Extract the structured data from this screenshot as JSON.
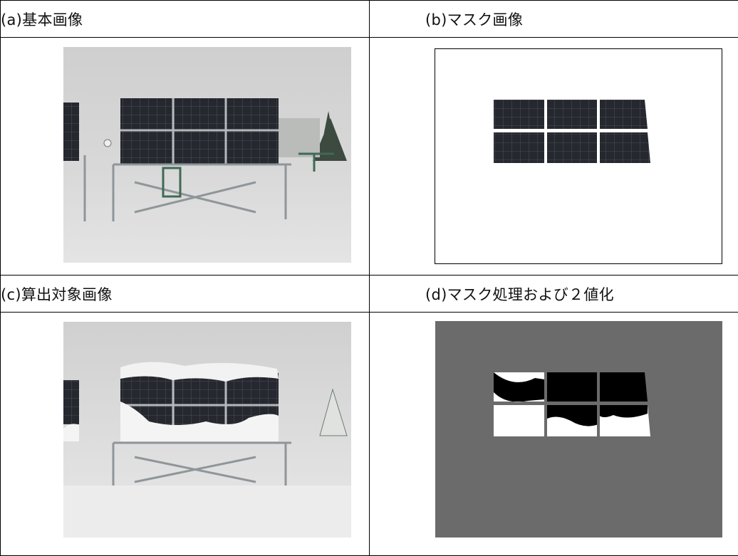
{
  "captions": {
    "a": "(a)基本画像",
    "b": "(b)マスク画像",
    "c": "(c)算出対象画像",
    "d": "(d)マスク処理および２値化"
  },
  "images": {
    "a": "solar-panel-base-photo",
    "b": "panel-mask-image",
    "c": "snow-covered-panel-photo",
    "d": "masked-binarized-image"
  },
  "colors": {
    "snow_bg": "#d6d6d6",
    "panel": "#2a2c33",
    "mask_gray": "#6b6b6b",
    "frame": "#4a6a5e"
  }
}
